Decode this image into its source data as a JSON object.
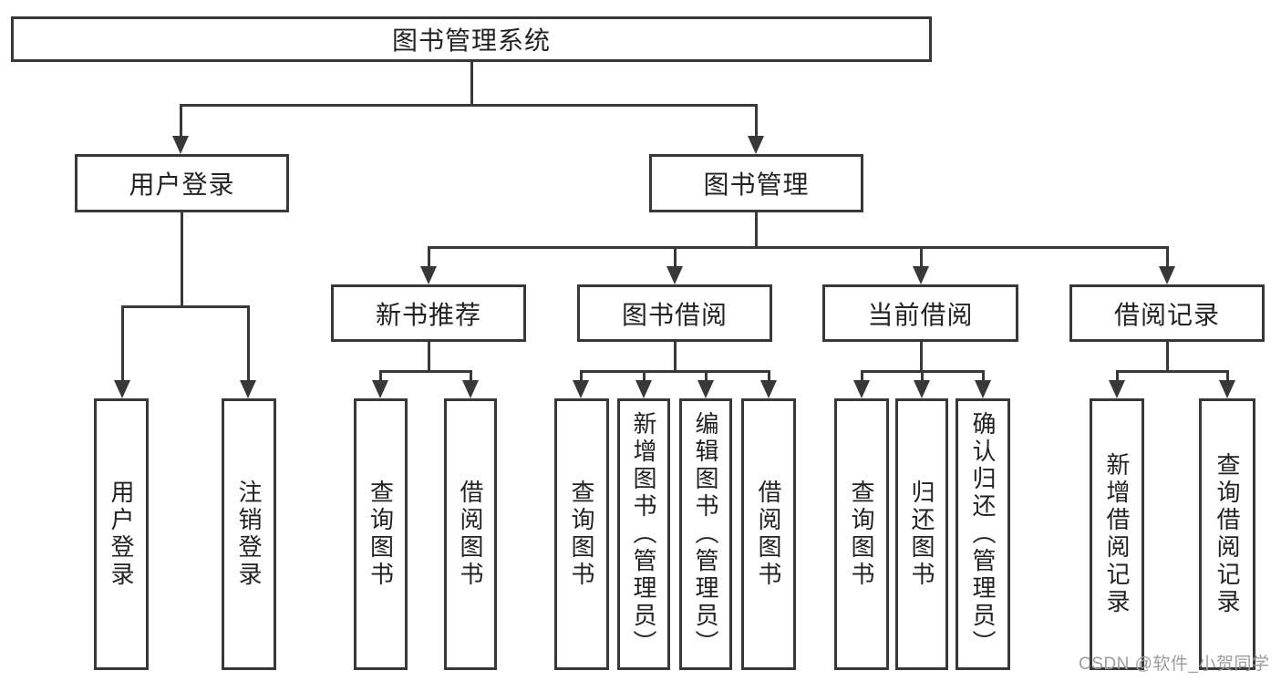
{
  "diagram": {
    "root_label": "图书管理系统",
    "level2": [
      {
        "label": "用户登录"
      },
      {
        "label": "图书管理"
      }
    ],
    "level3": [
      {
        "label": "新书推荐"
      },
      {
        "label": "图书借阅"
      },
      {
        "label": "当前借阅"
      },
      {
        "label": "借阅记录"
      }
    ],
    "leaves": {
      "user_login": [
        "用户登录",
        "注销登录"
      ],
      "new_book_rec": [
        "查询图书",
        "借阅图书"
      ],
      "book_borrow": [
        "查询图书",
        "新增图书（管理员）",
        "编辑图书（管理员）",
        "借阅图书"
      ],
      "current_borrow": [
        "查询图书",
        "归还图书",
        "确认归还（管理员）"
      ],
      "borrow_records": [
        "新增借阅记录",
        "查询借阅记录"
      ]
    },
    "watermark": "CSDN @软件_小贺同学",
    "colors": {
      "line": "#383838",
      "text": "#222222",
      "watermark": "#9c9c9c",
      "background": "#ffffff"
    }
  }
}
